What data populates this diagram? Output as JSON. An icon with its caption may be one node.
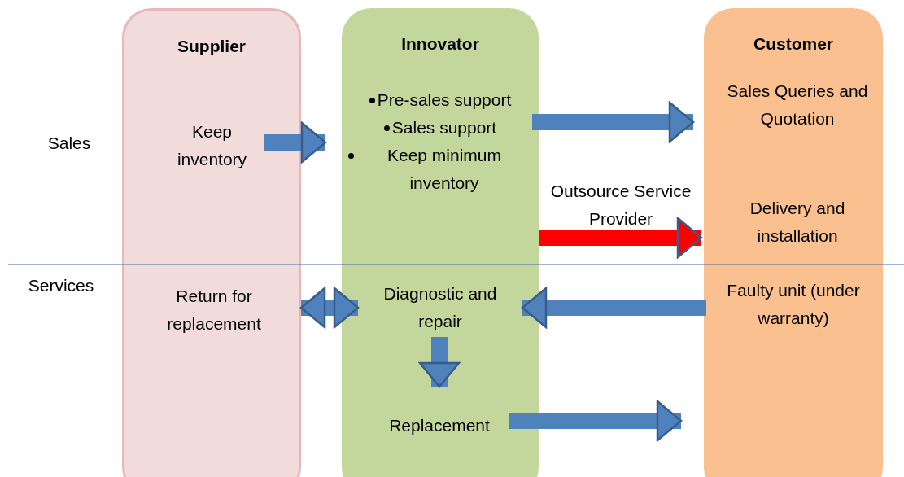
{
  "diagram": {
    "nodes": [
      {
        "text": [
          "Supplier"
        ]
      },
      {
        "text": [
          "Innovator"
        ]
      },
      {
        "text": [
          "Customer"
        ]
      },
      {
        "text": [
          "Keep inventory"
        ],
        "in": 0
      },
      {
        "text": [
          "Pre-sales support",
          "Sales support",
          "Keep minimum inventory"
        ],
        "in": 1
      },
      {
        "text": [
          "Sales Queries and Quotation"
        ],
        "in": 2
      },
      {
        "text": [
          "Delivery and installation"
        ],
        "in": 2
      },
      {
        "text": [
          "Return for replacement"
        ],
        "in": 0
      },
      {
        "text": [
          "Diagnostic and repair"
        ],
        "in": 1
      },
      {
        "text": [
          "Faulty unit (under warranty)"
        ],
        "in": 2
      },
      {
        "text": [
          "Replacement"
        ],
        "in": 1
      }
    ],
    "edges": [
      {
        "from": 3,
        "to": 4,
        "arrow": "to"
      },
      {
        "from": 4,
        "to": 5,
        "arrow": "to"
      },
      {
        "from": 1,
        "to": 6,
        "arrow": "to",
        "label": "Outsource Service Provider",
        "color": "#ff0000"
      },
      {
        "from": 7,
        "to": 8,
        "arrow": "both"
      },
      {
        "from": 9,
        "to": 8,
        "arrow": "to"
      },
      {
        "from": 8,
        "to": 10,
        "arrow": "to"
      },
      {
        "from": 10,
        "to": 2,
        "arrow": "to"
      }
    ],
    "labels": [
      "Sales",
      "Services"
    ]
  }
}
